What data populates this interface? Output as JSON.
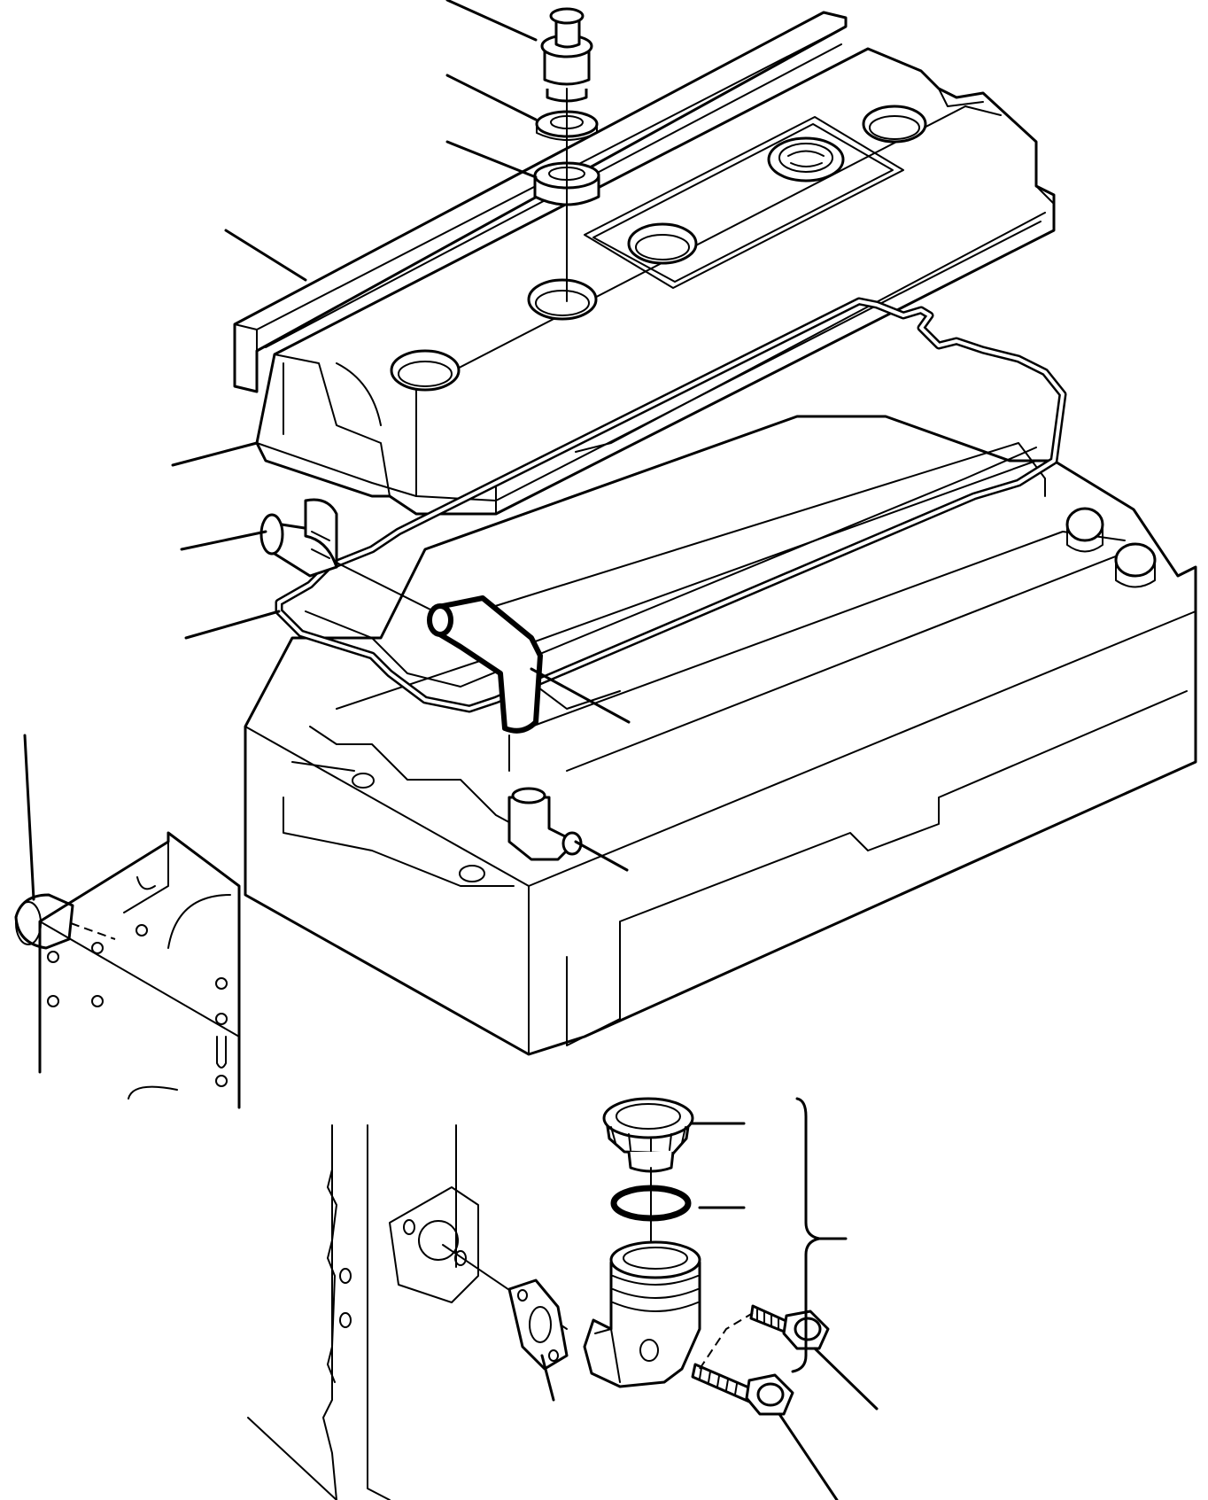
{
  "diagram": {
    "type": "exploded-parts-diagram",
    "parts": [
      {
        "name": "bolt"
      },
      {
        "name": "washer"
      },
      {
        "name": "grommet"
      },
      {
        "name": "seal-strip"
      },
      {
        "name": "valve-cover"
      },
      {
        "name": "plug"
      },
      {
        "name": "cover-gasket"
      },
      {
        "name": "breather-hose"
      },
      {
        "name": "hose-elbow"
      },
      {
        "name": "expansion-plug"
      },
      {
        "name": "filler-cap"
      },
      {
        "name": "o-ring"
      },
      {
        "name": "filler-neck"
      },
      {
        "name": "flange-gasket"
      },
      {
        "name": "flange-bolt"
      },
      {
        "name": "flange-bolt"
      }
    ],
    "callout_labels": []
  }
}
